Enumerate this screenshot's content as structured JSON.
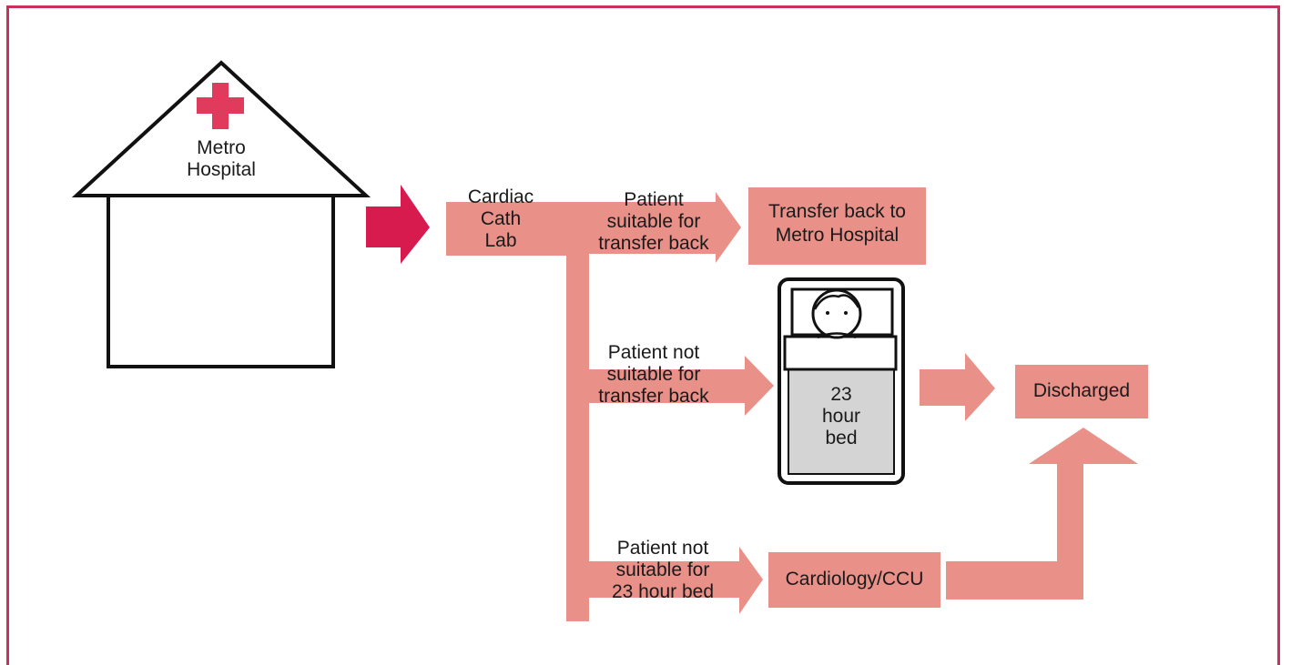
{
  "colors": {
    "frame": "#c8325a",
    "flow": "#e99088",
    "entry_arrow": "#d81b4e",
    "cross": "#e03a5c",
    "bed_fill": "#d4d4d4",
    "stroke": "#111111"
  },
  "icons": {
    "hospital": "hospital-building-icon",
    "cross": "red-cross-icon",
    "bed": "hospital-bed-icon",
    "patient": "patient-face-icon"
  },
  "hospital": {
    "label": "Metro\nHospital"
  },
  "steps": {
    "cath_lab": "Cardiac\nCath\nLab",
    "transfer_back": "Transfer back to\nMetro Hospital",
    "bed": "23\nhour\nbed",
    "discharged": "Discharged",
    "cardiology": "Cardiology/CCU"
  },
  "conditions": {
    "suitable": "Patient\nsuitable for\ntransfer back",
    "not_suitable_transfer": "Patient not\nsuitable for\ntransfer back",
    "not_suitable_bed": "Patient not\nsuitable for\n23 hour bed"
  }
}
